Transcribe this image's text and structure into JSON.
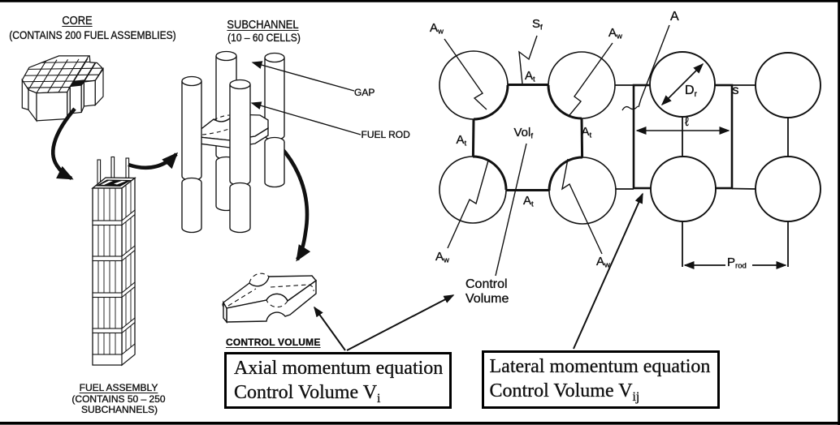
{
  "page": {
    "background": "#ffffff",
    "ink": "#111111"
  },
  "core": {
    "title": "CORE",
    "subtitle": "(CONTAINS 200 FUEL ASSEMBLIES)"
  },
  "subchannel": {
    "title": "SUBCHANNEL",
    "subtitle": "(10 – 60 CELLS)"
  },
  "fuel_assembly": {
    "title": "FUEL ASSEMBLY",
    "subtitle_line1": "(CONTAINS 50 – 250",
    "subtitle_line2": "SUBCHANNELS)"
  },
  "callouts": {
    "gap": "GAP",
    "fuel_rod": "FUEL ROD",
    "control_volume_heading": "CONTROL VOLUME",
    "control_volume_pointer_line1": "Control",
    "control_volume_pointer_line2": "Volume"
  },
  "equation_boxes": {
    "axial": {
      "line1": "Axial momentum equation",
      "line2_base": "Control Volume V",
      "line2_sub": "i"
    },
    "lateral": {
      "line1": "Lateral momentum equation",
      "line2_base": "Control Volume V",
      "line2_sub": "ij"
    }
  },
  "lattice_labels": {
    "aw": {
      "base": "A",
      "sub": "w"
    },
    "sf": {
      "base": "S",
      "sub": "f"
    },
    "at": {
      "base": "A",
      "sub": "t"
    },
    "volf": {
      "base": "Vol",
      "sub": "f"
    },
    "a": "A",
    "dr": {
      "base": "D",
      "sub": "r"
    },
    "s": "s",
    "ell": "ℓ",
    "prod": {
      "base": "P",
      "sub": "rod"
    }
  }
}
